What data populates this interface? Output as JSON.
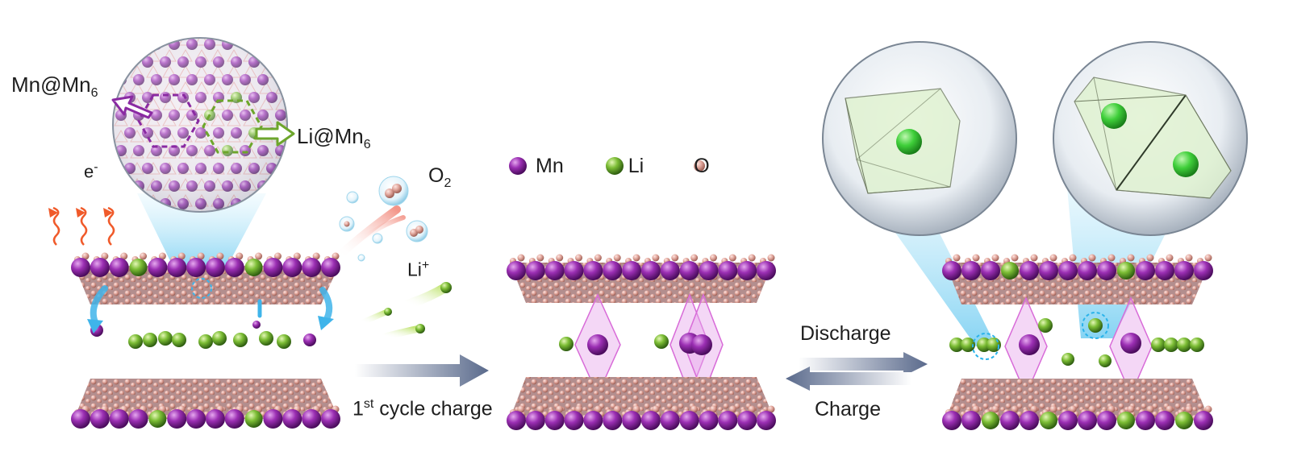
{
  "labels": {
    "mn_mn6_base": "Mn@Mn",
    "mn_mn6_sub": "6",
    "li_mn6_base": "Li@Mn",
    "li_mn6_sub": "6",
    "electron_base": "e",
    "electron_sup": "-",
    "oxygen_base": "O",
    "oxygen_sub": "2",
    "lithium_base": "Li",
    "lithium_sup": "+",
    "first_cycle_pre": "1",
    "first_cycle_sup": "st",
    "first_cycle_post": " cycle charge",
    "discharge": "Discharge",
    "charge": "Charge"
  },
  "legend": [
    {
      "label": "Mn",
      "color": "#8e2aa6"
    },
    {
      "label": "Li",
      "color": "#6fae2f"
    },
    {
      "label": "O",
      "color": "#e0a49a"
    }
  ],
  "colors": {
    "mn": "#8e2aa6",
    "li": "#6fae2f",
    "o": "#e0a49a",
    "arrow": "#5c6b8a",
    "beam": "#7fd3f2",
    "polyhedron": "#d86bd8"
  }
}
